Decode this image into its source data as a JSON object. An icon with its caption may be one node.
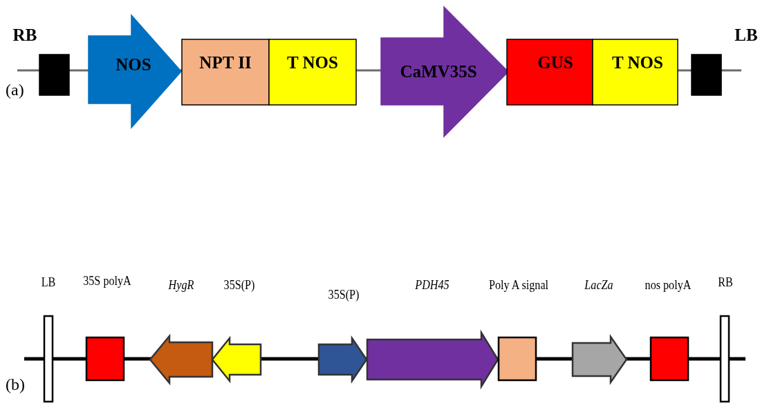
{
  "diagram": {
    "nodes": [
      {
        "text": [
          "RB"
        ]
      },
      {
        "text": [
          "NOS"
        ]
      },
      {
        "text": [
          "NPT II"
        ]
      },
      {
        "text": [
          "T NOS"
        ]
      },
      {
        "text": [
          "CaMV35S"
        ]
      },
      {
        "text": [
          "GUS"
        ]
      },
      {
        "text": [
          "T NOS"
        ]
      },
      {
        "text": [
          "LB"
        ]
      },
      {
        "text": [],
        "shape": "bar",
        "beside": [
          "LB"
        ]
      },
      {
        "text": [],
        "shape": "box",
        "beside": [
          "35S polyA"
        ]
      },
      {
        "text": [],
        "shape": "arrow",
        "beside": [
          "HygR"
        ]
      },
      {
        "text": [],
        "shape": "arrow",
        "beside": [
          "35S(P)"
        ]
      },
      {
        "text": [],
        "shape": "arrow",
        "beside": [
          "35S(P)"
        ]
      },
      {
        "text": [],
        "shape": "arrow",
        "beside": [
          "PDH45"
        ]
      },
      {
        "text": [],
        "shape": "box",
        "beside": [
          "Poly A signal"
        ]
      },
      {
        "text": [],
        "shape": "arrow",
        "beside": [
          "LacZa"
        ]
      },
      {
        "text": [],
        "shape": "box",
        "beside": [
          "nos polyA"
        ]
      },
      {
        "text": [],
        "shape": "bar",
        "beside": [
          "RB"
        ]
      }
    ],
    "labels": [
      "(a)",
      "(b)"
    ]
  }
}
